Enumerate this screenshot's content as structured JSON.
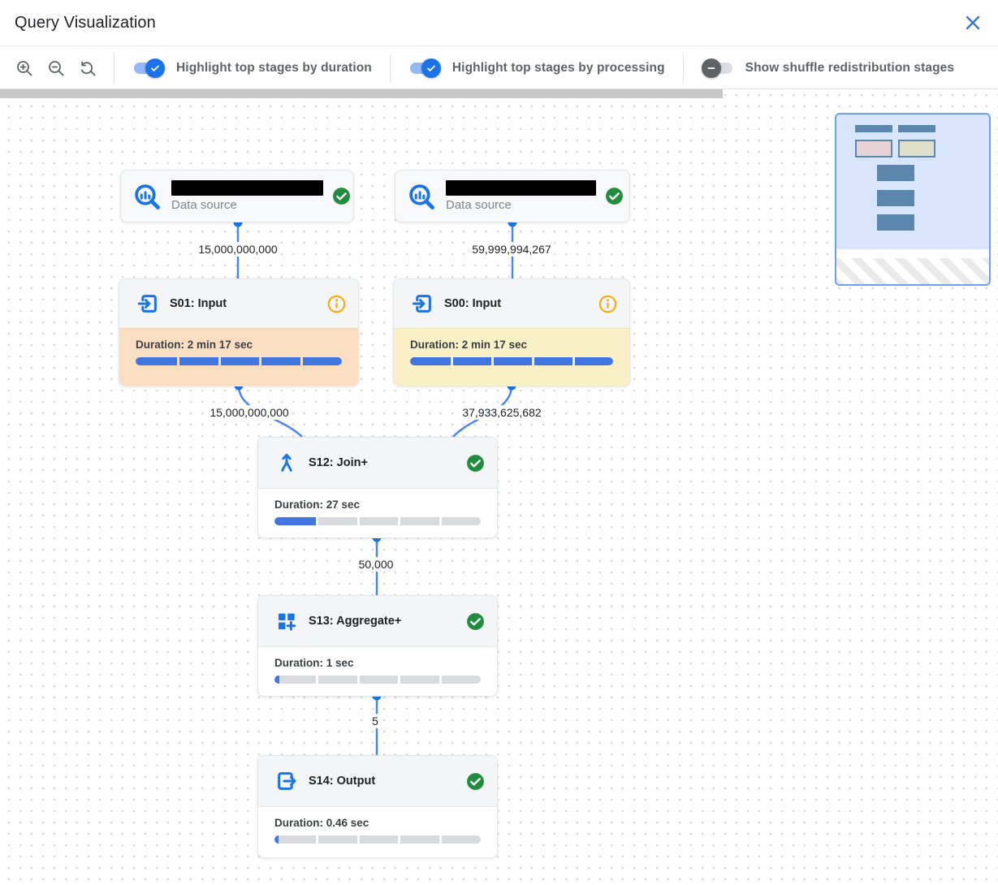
{
  "header": {
    "title": "Query Visualization"
  },
  "toolbar": {
    "toggles": [
      {
        "label": "Highlight top stages by duration",
        "state": "on"
      },
      {
        "label": "Highlight top stages by processing",
        "state": "on"
      },
      {
        "label": "Show shuffle redistribution stages",
        "state": "off"
      }
    ],
    "zoom_icons": [
      "zoom-in",
      "zoom-out",
      "reset-zoom"
    ]
  },
  "graph": {
    "nodes": [
      {
        "id": "ds1",
        "type": "data_source",
        "label": "Data source",
        "name_redacted": true,
        "status": "success"
      },
      {
        "id": "ds2",
        "type": "data_source",
        "label": "Data source",
        "name_redacted": true,
        "status": "success"
      },
      {
        "id": "s01",
        "type": "input",
        "title": "S01: Input",
        "duration_label": "Duration: 2 min 17 sec",
        "progress_pct": 100,
        "highlight": "top-by-duration-peach",
        "status": "info"
      },
      {
        "id": "s00",
        "type": "input",
        "title": "S00: Input",
        "duration_label": "Duration: 2 min 17 sec",
        "progress_pct": 100,
        "highlight": "top-by-processing-yellow",
        "status": "info"
      },
      {
        "id": "s12",
        "type": "join",
        "title": "S12: Join+",
        "duration_label": "Duration: 27 sec",
        "progress_pct": 21,
        "highlight": "none",
        "status": "success"
      },
      {
        "id": "s13",
        "type": "aggregate",
        "title": "S13: Aggregate+",
        "duration_label": "Duration: 1 sec",
        "progress_pct": 2.5,
        "highlight": "none",
        "status": "success"
      },
      {
        "id": "s14",
        "type": "output",
        "title": "S14: Output",
        "duration_label": "Duration: 0.46 sec",
        "progress_pct": 1.8,
        "highlight": "none",
        "status": "success"
      }
    ],
    "edges": [
      {
        "from": "ds1",
        "to": "s01",
        "label": "15,000,000,000"
      },
      {
        "from": "ds2",
        "to": "s00",
        "label": "59,999,994,267"
      },
      {
        "from": "s01",
        "to": "s12",
        "label": "15,000,000,000"
      },
      {
        "from": "s00",
        "to": "s12",
        "label": "37,933,625,682"
      },
      {
        "from": "s12",
        "to": "s13",
        "label": "50,000"
      },
      {
        "from": "s13",
        "to": "s14",
        "label": "5"
      }
    ]
  },
  "colors": {
    "accent_blue": "#1a73e8",
    "edge_blue": "#4285f4",
    "progress_blue": "#4175df",
    "success_green": "#1e8e3e",
    "info_orange": "#f9ab00",
    "duration_highlight": "#fbddc2",
    "processing_highlight": "#faf0c5",
    "minimap_bg": "#d9e5fa",
    "minimap_node": "#5b87ae"
  }
}
